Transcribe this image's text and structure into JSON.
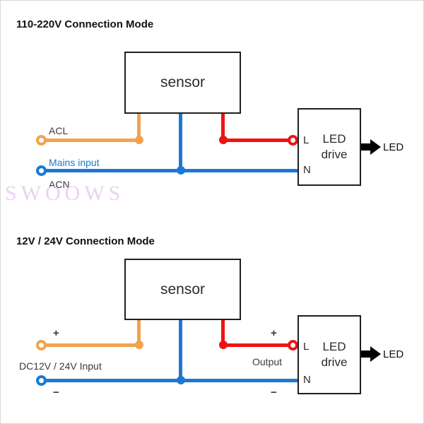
{
  "watermark": {
    "text": "SWOOWS"
  },
  "colors": {
    "orange": "#f2a34e",
    "blue": "#1b79d4",
    "red": "#ee1313",
    "text": "#1a1a1a",
    "watermark": "#e9d3ef"
  },
  "d1": {
    "title": "110-220V Connection Mode",
    "sensor": "sensor",
    "acl": "ACL",
    "mains": "Mains input",
    "acn": "ACN",
    "l": "L",
    "n": "N",
    "drive_line1": "LED",
    "drive_line2": "drive",
    "led": "LED"
  },
  "d2": {
    "title": "12V / 24V Connection Mode",
    "sensor": "sensor",
    "plus": "+",
    "minus": "−",
    "input": "DC12V / 24V Input",
    "output": "Output",
    "l": "L",
    "n": "N",
    "drive_line1": "LED",
    "drive_line2": "drive",
    "led": "LED"
  }
}
